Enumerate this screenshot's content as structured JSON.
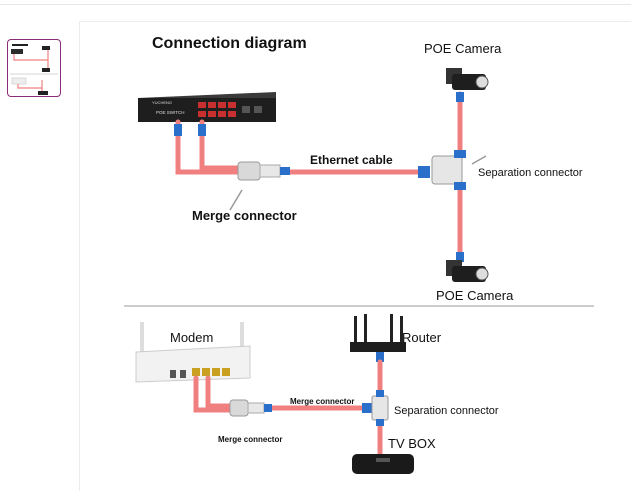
{
  "thumbnail": {
    "selected": true
  },
  "diagram": {
    "title": "Connection diagram",
    "top": {
      "switch_brand": "YUCHENG",
      "switch_model": "POE SWITCH",
      "poe_camera_top": "POE Camera",
      "poe_camera_bottom": "POE Camera",
      "ethernet_cable": "Ethernet cable",
      "separation_connector": "Separation connector",
      "merge_connector": "Merge connector"
    },
    "bottom": {
      "modem": "Modem",
      "router": "Router",
      "merge_connector_cable": "Merge connector",
      "merge_connector": "Merge connector",
      "separation_connector": "Separation connector",
      "tv_box": "TV BOX"
    }
  },
  "colors": {
    "cable": "#f08080",
    "connector": "#2a6fc9",
    "selected_border": "#8a2c7a"
  }
}
